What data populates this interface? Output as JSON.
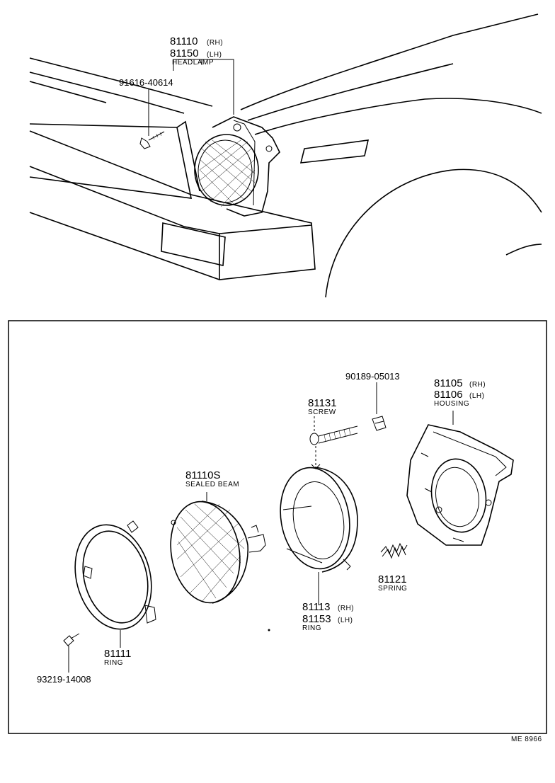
{
  "top": {
    "headlamp_rh": "81110",
    "headlamp_rh_side": "(RH)",
    "headlamp_lh": "81150",
    "headlamp_lh_side": "(LH)",
    "headlamp_name": "HEADLAMP",
    "screw_top": "91616-40614"
  },
  "bottom": {
    "clip": "90189-05013",
    "housing_rh": "81105",
    "housing_rh_side": "(RH)",
    "housing_lh": "81106",
    "housing_lh_side": "(LH)",
    "housing_name": "HOUSING",
    "screw_num": "81131",
    "screw_name": "SCREW",
    "sealed_num": "81110S",
    "sealed_name": "SEALED BEAM",
    "ring_mount_rh": "81113",
    "ring_mount_rh_side": "(RH)",
    "ring_mount_lh": "81153",
    "ring_mount_lh_side": "(LH)",
    "ring_mount_name": "RING",
    "spring_num": "81121",
    "spring_name": "SPRING",
    "ring_front_num": "81111",
    "ring_front_name": "RING",
    "screw_bottom": "93219-14008"
  },
  "footer": {
    "code": "ME  8966"
  }
}
